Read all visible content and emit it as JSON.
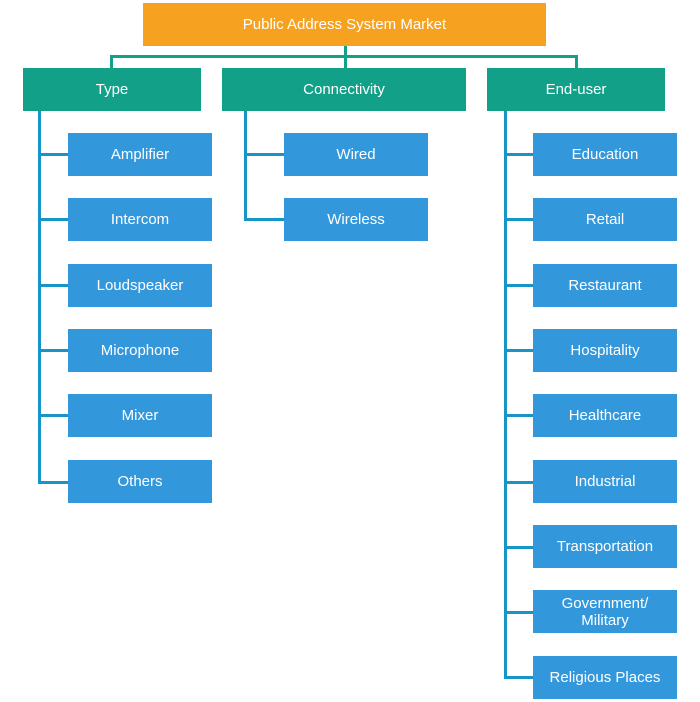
{
  "title": "Public Address System Market",
  "categories": [
    {
      "label": "Type",
      "items": [
        "Amplifier",
        "Intercom",
        "Loudspeaker",
        "Microphone",
        "Mixer",
        "Others"
      ]
    },
    {
      "label": "Connectivity",
      "items": [
        "Wired",
        "Wireless"
      ]
    },
    {
      "label": "End-user",
      "items": [
        "Education",
        "Retail",
        "Restaurant",
        "Hospitality",
        "Healthcare",
        "Industrial",
        "Transportation",
        "Government/ Military",
        "Religious Places"
      ]
    }
  ],
  "colors": {
    "root": "#f6a11f",
    "category": "#12a088",
    "leaf": "#3398db",
    "connector": "#1795c8"
  }
}
